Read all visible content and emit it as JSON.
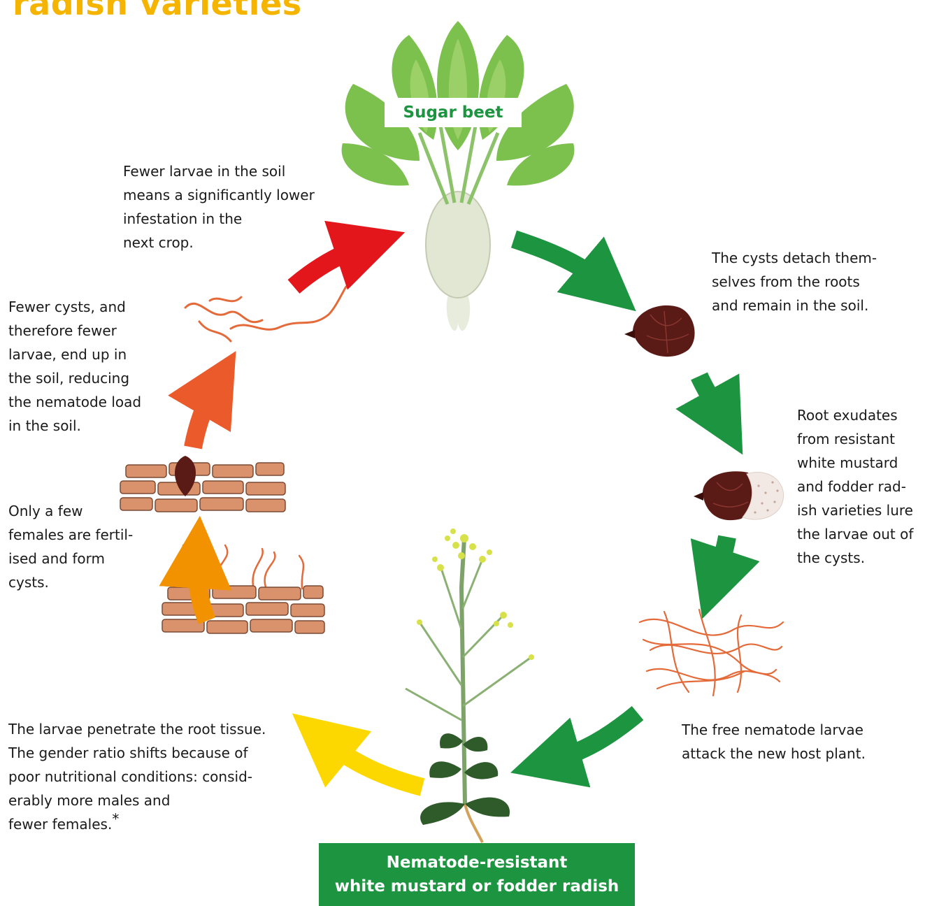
{
  "title": "radish varieties",
  "sugar_beet_label": "Sugar beet",
  "mustard_label_line1": "Nematode-resistant",
  "mustard_label_line2": "white mustard or fodder radish",
  "steps": {
    "lower_infestation": "Fewer larvae in the soil\nmeans a significantly lower\ninfestation in the\nnext crop.",
    "cysts_detach": "The cysts detach them-\nselves from the roots\nand remain in the soil.",
    "root_exudates": "Root exudates\nfrom resistant\nwhite mustard\nand fodder rad-\nish varieties lure\nthe larvae out of\nthe cysts.",
    "free_larvae": "The free nematode larvae\nattack the new host plant.",
    "larvae_penetrate": "The larvae penetrate the root tissue.\nThe gender ratio shifts because of\npoor nutritional conditions: consid-\nerably more males and\nfewer females.",
    "few_females": "Only a few\nfemales are fertil-\nised and form\ncysts.",
    "fewer_cysts": "Fewer cysts, and\ntherefore fewer\nlarvae, end up in\nthe soil, reducing\nthe nematode load\nin the soil."
  },
  "footnote_mark": "*",
  "colors": {
    "title": "#f5b400",
    "green": "#1c9440",
    "arrow_red": "#e3161b",
    "arrow_orange_red": "#eb5a2a",
    "arrow_orange": "#f39200",
    "arrow_yellow": "#fdd800",
    "cyst": "#5a1a16",
    "brick": "#d9926b",
    "nematode": "#e46a3a"
  }
}
